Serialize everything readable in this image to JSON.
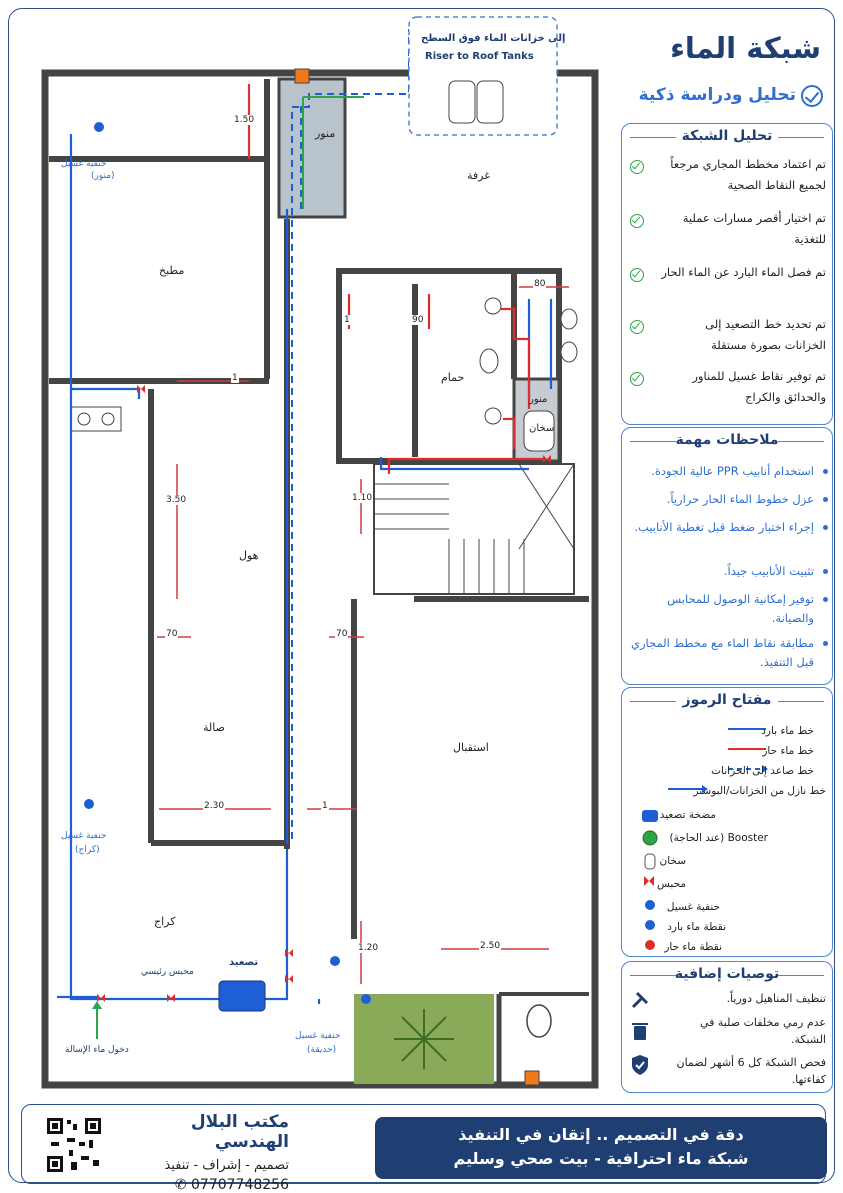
{
  "header": {
    "title": "شبكة الماء",
    "subtitle": "تحليل ودراسة ذكية"
  },
  "analysis": {
    "heading": "تحليل الشبكة",
    "items": [
      "تم اعتماد مخطط المجاري مرجعاً لجميع النقاط الصحية",
      "تم اختيار أقصر مسارات عملية للتغذية",
      "تم فصل الماء البارد عن الماء الحار",
      "تم تحديد خط التصعيد إلى الخزانات بصورة مستقلة",
      "تم توفير نقاط غسيل للمناور والحدائق والكراج"
    ]
  },
  "notes": {
    "heading": "ملاحظات مهمة",
    "items": [
      "استخدام أنابيب PPR عالية الجودة.",
      "عزل خطوط الماء الحار حرارياً.",
      "إجراء اختبار ضغط قبل تغطية الأنابيب.",
      "تثبيت الأنابيب جيداً.",
      "توفير إمكانية الوصول للمحابس والصيانة.",
      "مطابقة نقاط الماء مع مخطط المجاري قبل التنفيذ."
    ]
  },
  "legend": {
    "heading": "مفتاح الرموز",
    "items": [
      {
        "label": "خط ماء بارد",
        "symbol": "cold-line",
        "color": "#1f5fd6"
      },
      {
        "label": "خط ماء حار",
        "symbol": "hot-line",
        "color": "#e02b2b"
      },
      {
        "label": "خط صاعد إلى الخزانات",
        "symbol": "riser-line",
        "color": "#1f5fd6"
      },
      {
        "label": "خط نازل من الخزانات/البوستر",
        "symbol": "down-line",
        "color": "#1f5fd6"
      },
      {
        "label": "مضخة تصعيد",
        "symbol": "pump-icon",
        "color": "#1f5fd6"
      },
      {
        "label": "Booster (عند الحاجة)",
        "symbol": "booster-icon",
        "color": "#2fa34a"
      },
      {
        "label": "سخان",
        "symbol": "heater-icon",
        "color": "#555555"
      },
      {
        "label": "محبس",
        "symbol": "valve-icon",
        "color": "#e02b2b"
      },
      {
        "label": "حنفية غسيل",
        "symbol": "faucet-icon",
        "color": "#1f5fd6"
      },
      {
        "label": "نقطة ماء بارد",
        "symbol": "cold-point",
        "color": "#1f5fd6"
      },
      {
        "label": "نقطة ماء حار",
        "symbol": "hot-point",
        "color": "#e02b2b"
      }
    ]
  },
  "recommendations": {
    "heading": "توصيات إضافية",
    "items": [
      {
        "text": "تنظيف المناهيل دورياً.",
        "icon": "tools-icon"
      },
      {
        "text": "عدم رمي مخلفات صلبة في الشبكة.",
        "icon": "trash-icon"
      },
      {
        "text": "فحص الشبكة كل 6 أشهر لضمان كفاءتها.",
        "icon": "shield-check-icon"
      }
    ]
  },
  "footer": {
    "office_name": "مكتب البلال الهندسي",
    "services": "تصميم - إشراف - تنفيذ",
    "phone": "07707748256",
    "slogan_line1": "دقة في التصميم .. إتقان في التنفيذ",
    "slogan_line2": "شبكة ماء احترافية - بيت صحي وسليم"
  },
  "plan": {
    "riser_box": {
      "title": "إلى خزانات الماء فوق السطح",
      "subtitle": "Riser to Roof Tanks"
    },
    "rooms": {
      "manwar_top": "منور",
      "ghurfa": "غرفة",
      "kitchen": "مطبخ",
      "bathroom": "حمام",
      "manwar_bath": "منور",
      "heater": "سخان",
      "hall": "هول",
      "salon": "صالة",
      "reception": "استقبال",
      "garage": "كراج"
    },
    "labels": {
      "faucet_manwar": "حنفية غسيل",
      "faucet_manwar_sub": "(منور)",
      "faucet_garage": "حنفية غسيل",
      "faucet_garage_sub": "(كراج)",
      "faucet_garden": "حنفية غسيل",
      "faucet_garden_sub": "(حديقة)",
      "pump": "تصعيد",
      "main_valve": "محبس رئيسي",
      "water_inlet": "دخول ماء الإسالة"
    },
    "dimensions": {
      "d1": "1.50",
      "d2": "80",
      "d3": "1",
      "d4": "90",
      "d5": "1",
      "d6": "3.50",
      "d7": "1.10",
      "d8": "70",
      "d9": "70",
      "d10": "2.30",
      "d11": "1",
      "d12": "1.20",
      "d13": "2.50"
    }
  }
}
